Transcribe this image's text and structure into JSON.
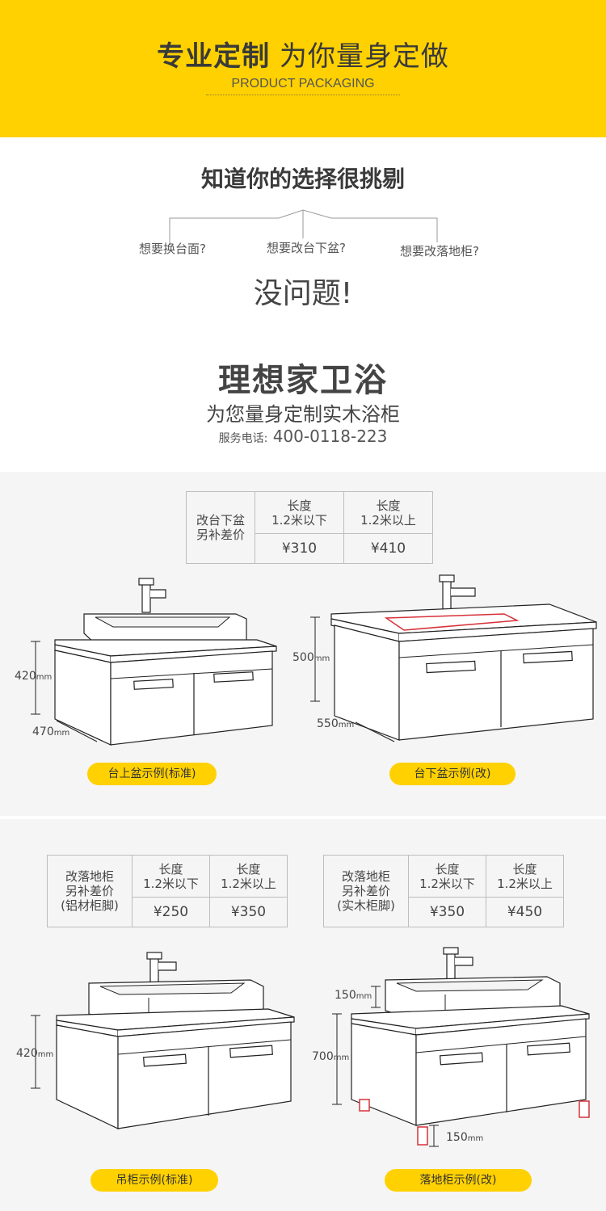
{
  "header": {
    "title_bold": "专业定制",
    "title_rest": "为你量身定做",
    "subtitle": "PRODUCT PACKAGING"
  },
  "choosy": {
    "title": "知道你的选择很挑剔",
    "questions": [
      "想要换台面?",
      "想要改台下盆?",
      "想要改落地柜?"
    ],
    "answer": "没问题!"
  },
  "brand": {
    "name": "理想家卫浴",
    "tagline": "为您量身定制实木浴柜",
    "hotline_label": "服务电话:",
    "hotline_number": "400-0118-223"
  },
  "table_undercounter": {
    "row_label": [
      "改台下盆",
      "另补差价"
    ],
    "col1": [
      "长度",
      "1.2米以下"
    ],
    "col2": [
      "长度",
      "1.2米以上"
    ],
    "price1": "¥310",
    "price2": "¥410"
  },
  "table_floor_aluminum": {
    "row_label": [
      "改落地柜",
      "另补差价",
      "(铝材柜脚)"
    ],
    "col1": [
      "长度",
      "1.2米以下"
    ],
    "col2": [
      "长度",
      "1.2米以上"
    ],
    "price1": "¥250",
    "price2": "¥350"
  },
  "table_floor_wood": {
    "row_label": [
      "改落地柜",
      "另补差价",
      "(实木柜脚)"
    ],
    "col1": [
      "长度",
      "1.2米以下"
    ],
    "col2": [
      "长度",
      "1.2米以上"
    ],
    "price1": "¥350",
    "price2": "¥450"
  },
  "dims": {
    "a_height": "420",
    "a_depth": "470",
    "b_height": "500",
    "b_depth": "550",
    "c_height": "420",
    "d_top": "150",
    "d_height": "700",
    "d_leg": "150",
    "unit": "mm"
  },
  "captions": {
    "a": "台上盆示例(标准)",
    "b": "台下盆示例(改)",
    "c": "吊柜示例(标准)",
    "d": "落地柜示例(改)"
  },
  "colors": {
    "brand_yellow": "#ffd100",
    "accent_red": "#d6323a"
  }
}
